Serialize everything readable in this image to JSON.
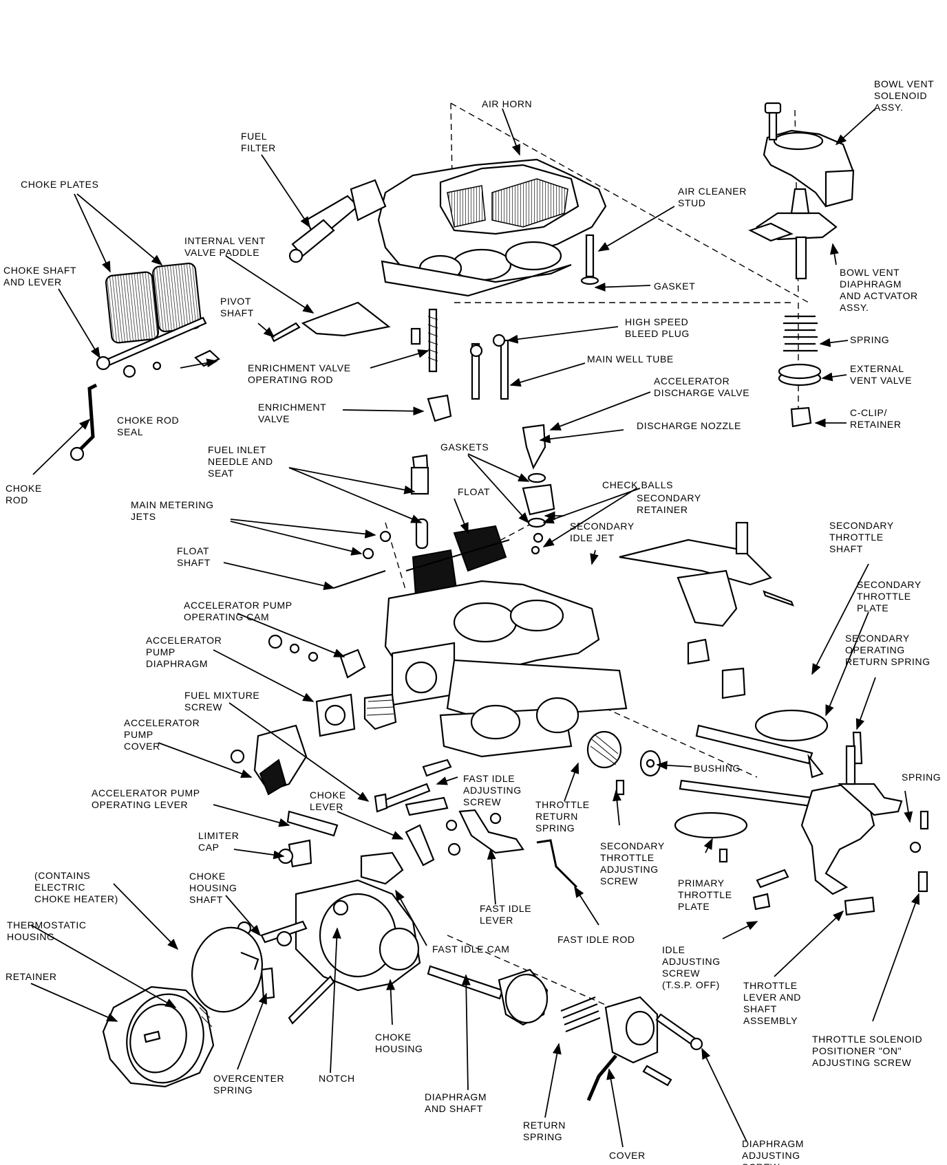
{
  "labels": {
    "air_horn": "AIR HORN",
    "bowl_vent_solenoid": "BOWL VENT\nSOLENOID\nASSY.",
    "fuel_filter": "FUEL\nFILTER",
    "choke_plates": "CHOKE PLATES",
    "air_cleaner_stud": "AIR CLEANER\nSTUD",
    "internal_vent_valve_paddle": "INTERNAL VENT\nVALVE PADDLE",
    "choke_shaft_lever": "CHOKE SHAFT\nAND LEVER",
    "gasket": "GASKET",
    "bowl_vent_diaphragm": "BOWL VENT\nDIAPHRAGM\nAND ACTVATOR\nASSY.",
    "pivot_shaft": "PIVOT\nSHAFT",
    "high_speed_bleed_plug": "HIGH SPEED\nBLEED PLUG",
    "spring_top": "SPRING",
    "main_well_tube": "MAIN WELL TUBE",
    "external_vent_valve": "EXTERNAL\nVENT VALVE",
    "enrichment_valve_rod": "ENRICHMENT VALVE\nOPERATING ROD",
    "accelerator_discharge_valve": "ACCELERATOR\nDISCHARGE VALVE",
    "c_clip_retainer": "C-CLIP/\nRETAINER",
    "enrichment_valve": "ENRICHMENT\nVALVE",
    "choke_rod_seal": "CHOKE ROD\nSEAL",
    "discharge_nozzle": "DISCHARGE NOZZLE",
    "gaskets": "GASKETS",
    "fuel_inlet_needle": "FUEL INLET\nNEEDLE AND\nSEAT",
    "float": "FLOAT",
    "choke_rod": "CHOKE\nROD",
    "check_balls": "CHECK BALLS",
    "secondary_retainer": "SECONDARY\nRETAINER",
    "main_metering_jets": "MAIN METERING\nJETS",
    "secondary_idle_jet": "SECONDARY\nIDLE JET",
    "secondary_throttle_shaft": "SECONDARY\nTHROTTLE\nSHAFT",
    "float_shaft": "FLOAT\nSHAFT",
    "secondary_throttle_plate": "SECONDARY\nTHROTTLE\nPLATE",
    "accel_pump_cam": "ACCELERATOR PUMP\nOPERATING CAM",
    "secondary_return_spring": "SECONDARY\nOPERATING\nRETURN SPRING",
    "accel_pump_diaphragm": "ACCELERATOR\nPUMP\nDIAPHRAGM",
    "fuel_mixture_screw": "FUEL MIXTURE\nSCREW",
    "accel_pump_cover": "ACCELERATOR\nPUMP\nCOVER",
    "bushing": "BUSHING",
    "spring_right": "SPRING",
    "fast_idle_adjusting_screw": "FAST IDLE\nADJUSTING\nSCREW",
    "accel_pump_lever": "ACCELERATOR PUMP\nOPERATING LEVER",
    "choke_lever": "CHOKE\nLEVER",
    "throttle_return_spring": "THROTTLE\nRETURN\nSPRING",
    "limiter_cap": "LIMITER\nCAP",
    "secondary_throttle_adj_screw": "SECONDARY\nTHROTTLE\nADJUSTING\nSCREW",
    "contains_choke_heater": "(CONTAINS\nELECTRIC\nCHOKE HEATER)",
    "choke_housing_shaft": "CHOKE\nHOUSING\nSHAFT",
    "primary_throttle_plate": "PRIMARY\nTHROTTLE\nPLATE",
    "fast_idle_lever": "FAST IDLE\nLEVER",
    "thermostatic_housing": "THERMOSTATIC\nHOUSING",
    "fast_idle_rod": "FAST IDLE ROD",
    "fast_idle_cam": "FAST IDLE CAM",
    "idle_adjusting_screw": "IDLE\nADJUSTING\nSCREW\n(T.S.P. OFF)",
    "throttle_lever_shaft": "THROTTLE\nLEVER AND\nSHAFT\nASSEMBLY",
    "retainer": "RETAINER",
    "throttle_solenoid_screw": "THROTTLE SOLENOID\nPOSITIONER \"ON\"\nADJUSTING SCREW",
    "choke_housing": "CHOKE\nHOUSING",
    "overcenter_spring": "OVERCENTER\nSPRING",
    "notch": "NOTCH",
    "diaphragm_shaft": "DIAPHRAGM\nAND SHAFT",
    "return_spring": "RETURN\nSPRING",
    "cover": "COVER",
    "diaphragm_adjusting_screw": "DIAPHRAGM\nADJUSTING\nSCREW"
  }
}
